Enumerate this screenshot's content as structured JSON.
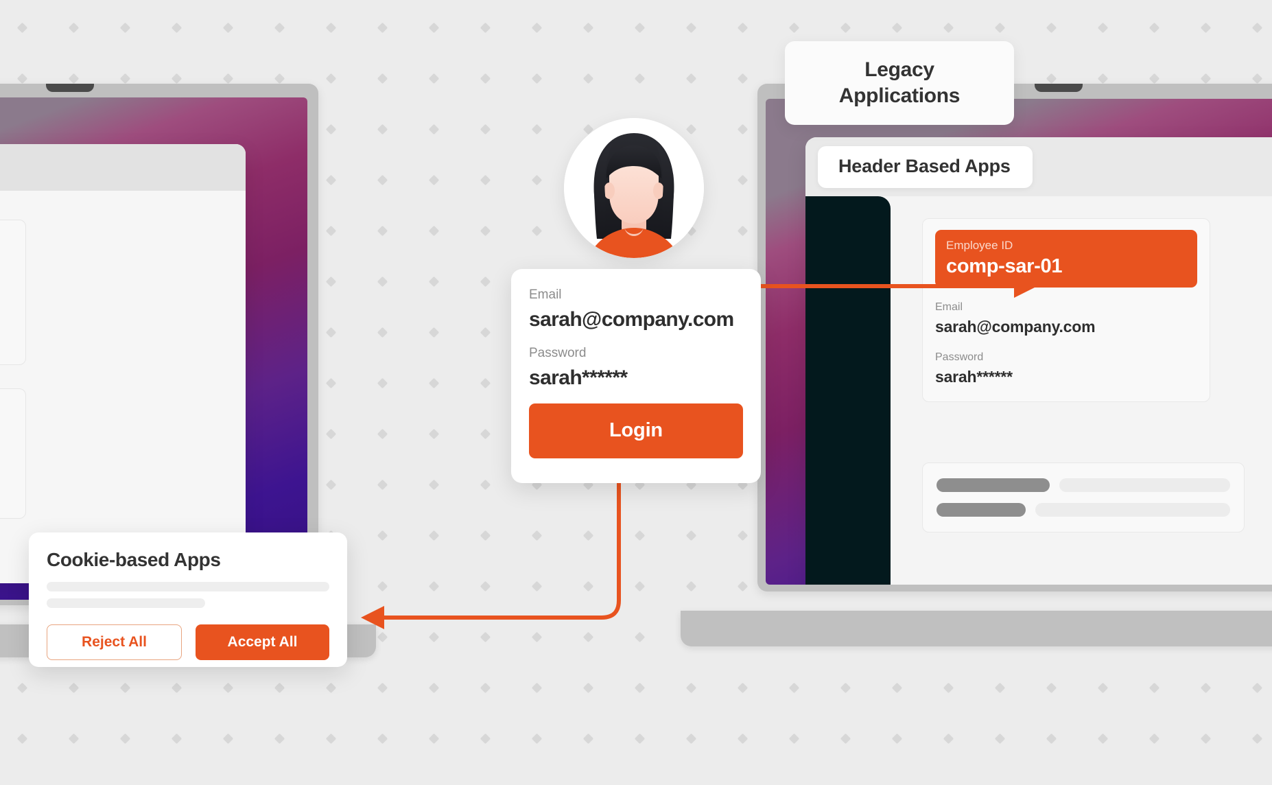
{
  "theme": {
    "background": "#ececec",
    "dot_color": "#d7d7d7",
    "accent_orange": "#e8531f",
    "text_dark": "#2e2e2e",
    "text_muted": "#8c8c8c",
    "sidebar_dark": "#03191d",
    "bezel_grey": "#bfbfbf"
  },
  "labels": {
    "legacy_applications": "Legacy\nApplications",
    "legacy_applications_line1": "Legacy",
    "legacy_applications_line2": "Applications"
  },
  "avatar": {
    "name": "user-avatar",
    "hair_color": "#23242a",
    "skin_color": "#fbd9cf",
    "shirt_color": "#e8531f"
  },
  "login_card": {
    "email_label": "Email",
    "email_value": "sarah@company.com",
    "password_label": "Password",
    "password_value": "sarah******",
    "submit_label": "Login"
  },
  "cookie_dialog": {
    "title": "Cookie-based Apps",
    "reject_label": "Reject All",
    "accept_label": "Accept All"
  },
  "header_app": {
    "window_title": "Header Based Apps",
    "employee_id_label": "Employee ID",
    "employee_id_value": "comp-sar-01",
    "email_label": "Email",
    "email_value": "sarah@company.com",
    "password_label": "Password",
    "password_value": "sarah******",
    "skeleton_rows": [
      {
        "dark_width": 165,
        "light_width": 220
      },
      {
        "dark_width": 130,
        "light_width": 255
      }
    ]
  },
  "arrows": [
    {
      "name": "arrow-login-to-header-app",
      "direction": "right",
      "from": "login-card",
      "to": "employee-id-badge",
      "color": "#e8531f"
    },
    {
      "name": "arrow-login-to-cookie-dialog",
      "direction": "left",
      "from": "login-card",
      "to": "cookie-dialog",
      "color": "#e8531f"
    }
  ],
  "devices": [
    {
      "name": "laptop-left",
      "app": "cookie-based-app"
    },
    {
      "name": "laptop-right",
      "app": "header-based-app"
    }
  ]
}
